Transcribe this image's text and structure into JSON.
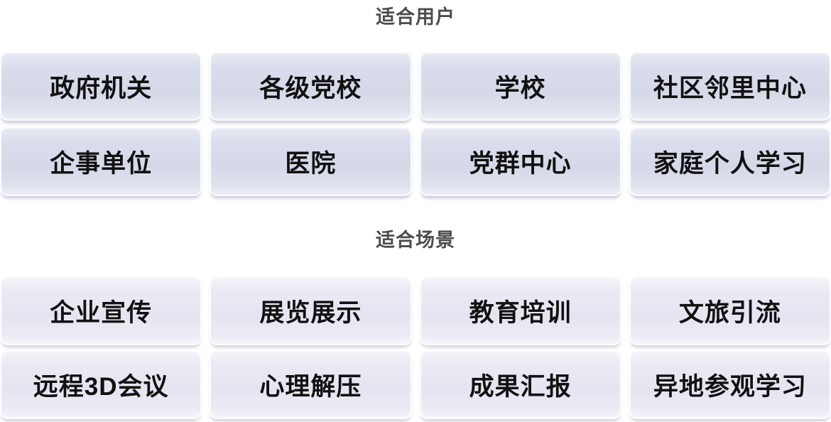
{
  "sections": [
    {
      "title": "适合用户",
      "items": [
        "政府机关",
        "各级党校",
        "学校",
        "社区邻里中心",
        "企事单位",
        "医院",
        "党群中心",
        "家庭个人学习"
      ]
    },
    {
      "title": "适合场景",
      "items": [
        "企业宣传",
        "展览展示",
        "教育培训",
        "文旅引流",
        "远程3D会议",
        "心理解压",
        "成果汇报",
        "异地参观学习"
      ]
    }
  ],
  "styles": {
    "page_background": "#ffffff",
    "title_color": "#4d4d4d",
    "tile_text_color": "#111111",
    "user_tile_colors": [
      "#e9ebf3",
      "#d5d8e7",
      "#edeff6"
    ],
    "scene_tile_colors": [
      "#f5f4fa",
      "#e6e4f0",
      "#f6f5fa"
    ],
    "tile_shadow_color": "#959ab4"
  }
}
